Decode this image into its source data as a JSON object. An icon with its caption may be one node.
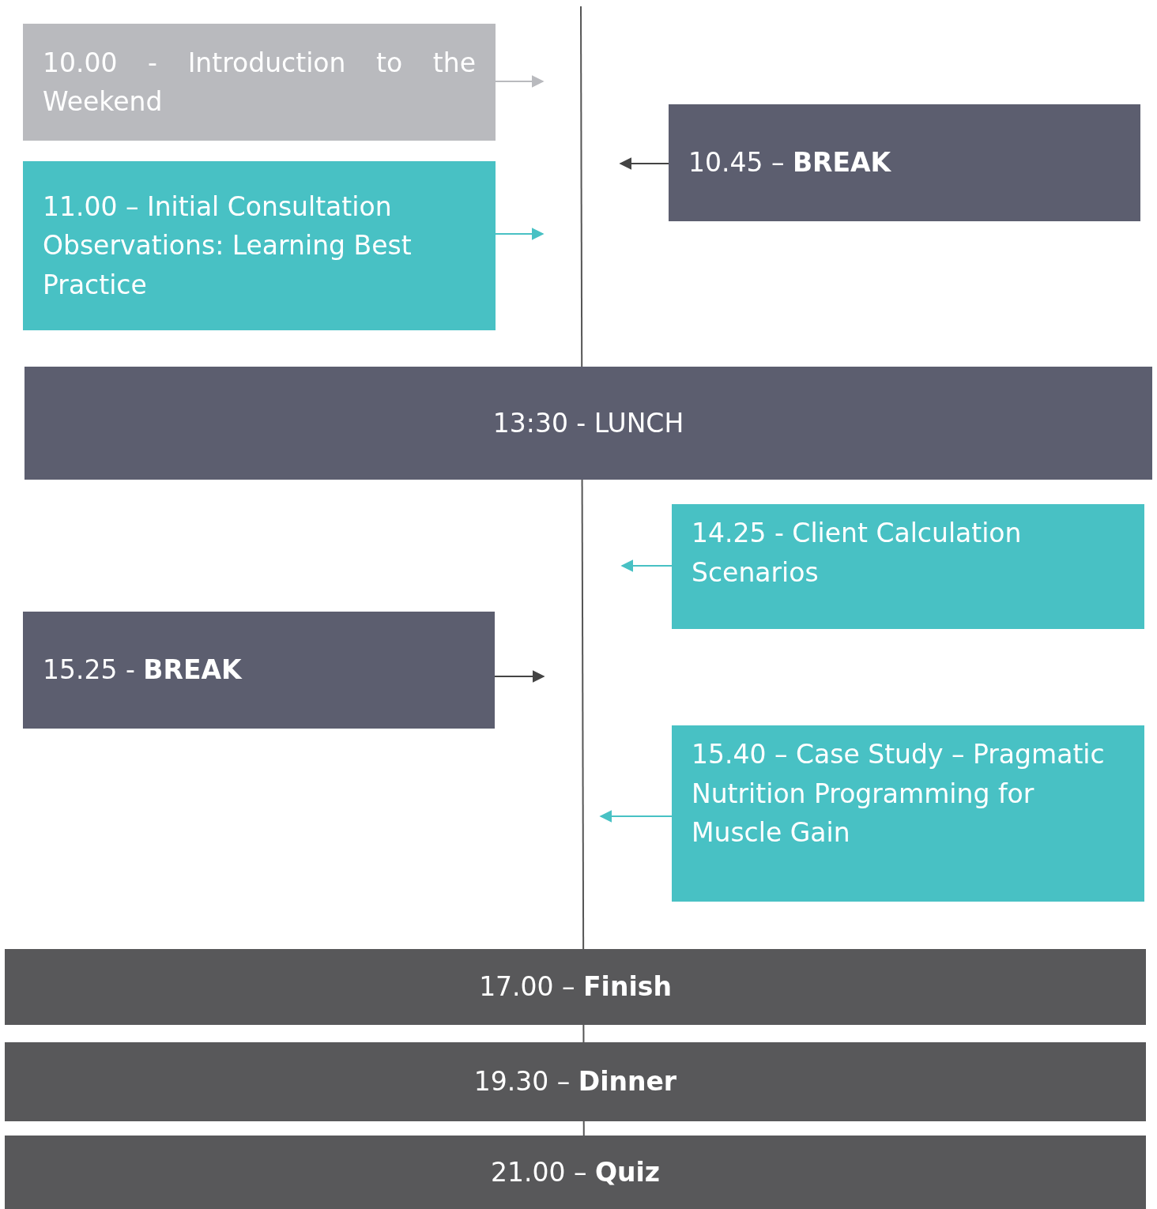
{
  "diagram": {
    "nodes": [
      {
        "text": [
          "10.00 - Introduction to the Weekend"
        ]
      },
      {
        "text": [
          "10.45 – **BREAK**"
        ]
      },
      {
        "text": [
          "11.00 – Initial Consultation Observations: Learning Best Practice"
        ]
      },
      {
        "text": [
          "13:30 - LUNCH"
        ]
      },
      {
        "text": [
          "14.25 - Client Calculation Scenarios"
        ]
      },
      {
        "text": [
          "15.25 - **BREAK**"
        ]
      },
      {
        "text": [
          "15.40 – Case Study – Pragmatic Nutrition Programming for Muscle Gain"
        ]
      },
      {
        "text": [
          "17.00 – **Finish**"
        ]
      },
      {
        "text": [
          "19.30 – **Dinner**"
        ]
      },
      {
        "text": [
          "21.00 – **Quiz**"
        ]
      }
    ],
    "edges": [
      {
        "from": 0,
        "to": null,
        "arrow": "to",
        "color": "#b9babe"
      },
      {
        "from": 1,
        "to": null,
        "arrow": "to",
        "color": "#444444"
      },
      {
        "from": 2,
        "to": null,
        "arrow": "to",
        "color": "#48c1c4"
      },
      {
        "from": 4,
        "to": null,
        "arrow": "to",
        "color": "#48c1c4"
      },
      {
        "from": 5,
        "to": null,
        "arrow": "to",
        "color": "#444444"
      },
      {
        "from": 6,
        "to": null,
        "arrow": "to",
        "color": "#48c1c4"
      }
    ]
  }
}
